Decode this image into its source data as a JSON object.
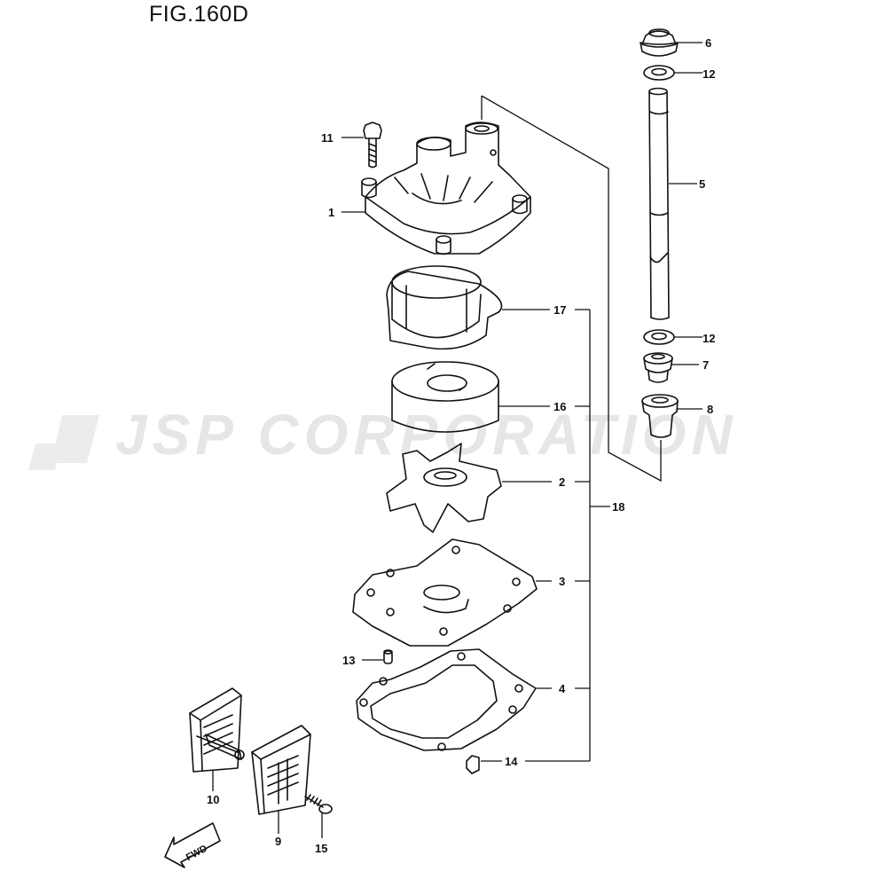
{
  "title": "FIG.160D",
  "watermark": "JSP CORPORATION",
  "fwd_label": "FWD",
  "callouts": {
    "p1": "1",
    "p2": "2",
    "p3": "3",
    "p4": "4",
    "p5": "5",
    "p6": "6",
    "p7": "7",
    "p8": "8",
    "p9": "9",
    "p10": "10",
    "p11": "11",
    "p12a": "12",
    "p12b": "12",
    "p13": "13",
    "p14": "14",
    "p15": "15",
    "p16": "16",
    "p17": "17",
    "p18": "18"
  }
}
